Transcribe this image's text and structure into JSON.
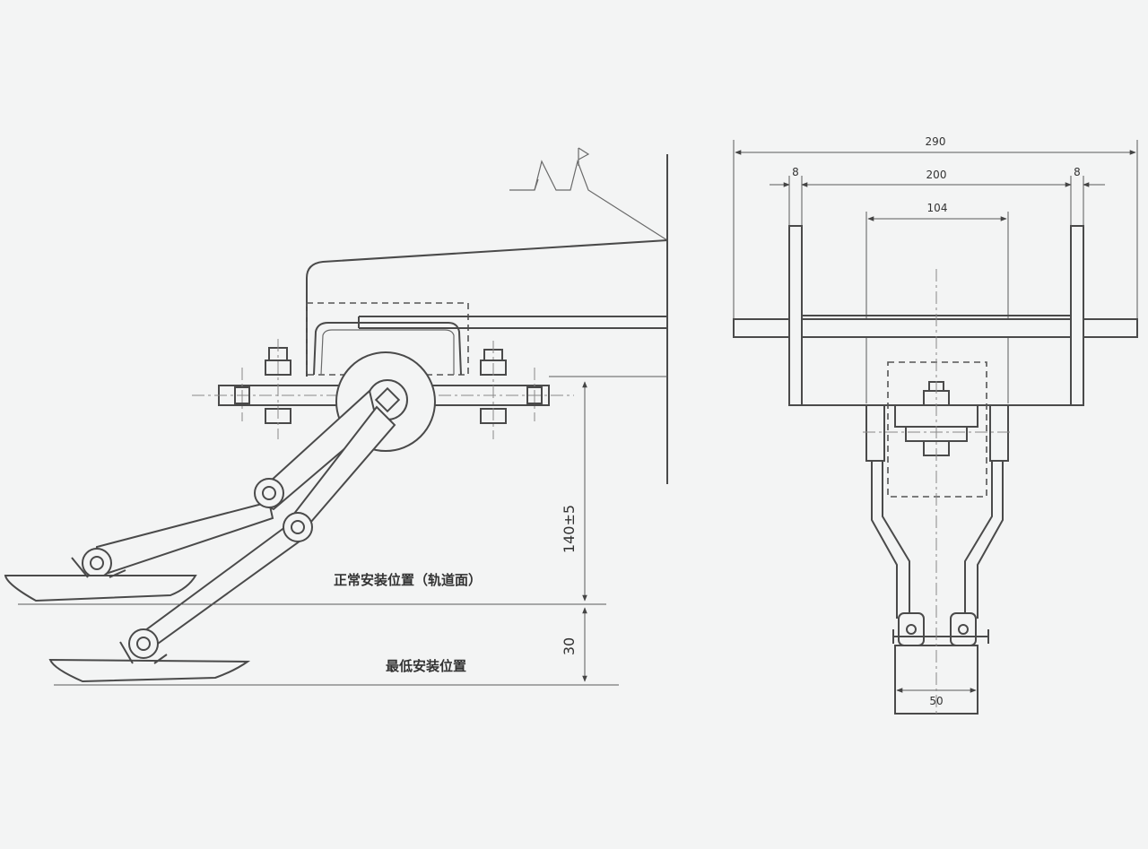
{
  "side_view": {
    "label_normal": "正常安装位置（轨道面）",
    "label_lowest": "最低安装位置",
    "dim_height": "140±5",
    "dim_drop": "30"
  },
  "front_view": {
    "dim_overall": "290",
    "dim_inner": "200",
    "dim_left_gap": "8",
    "dim_right_gap": "8",
    "dim_center": "104",
    "dim_shoe": "50"
  }
}
